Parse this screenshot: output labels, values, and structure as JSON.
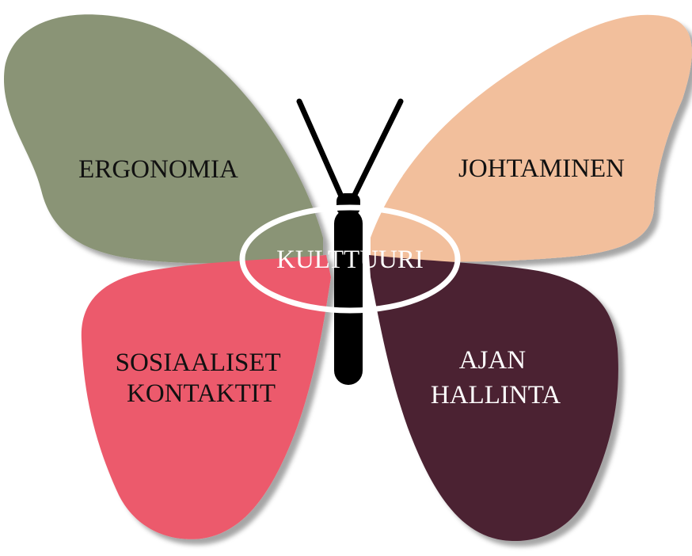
{
  "diagram": {
    "center_label": "KULTTUURI",
    "wings": {
      "top_left": {
        "lines": [
          "ERGONOMIA"
        ],
        "color": "#8a9476",
        "text_color": "#111111"
      },
      "top_right": {
        "lines": [
          "JOHTAMINEN"
        ],
        "color": "#f2bf9c",
        "text_color": "#111111"
      },
      "bottom_left": {
        "lines": [
          "SOSIAALISET",
          "KONTAKTIT"
        ],
        "color": "#ec5a6c",
        "text_color": "#111111"
      },
      "bottom_right": {
        "lines": [
          "AJAN",
          "HALLINTA"
        ],
        "color": "#4b2333",
        "text_color": "#ffffff"
      }
    },
    "body_color": "#000000",
    "ring_color": "#ffffff"
  }
}
